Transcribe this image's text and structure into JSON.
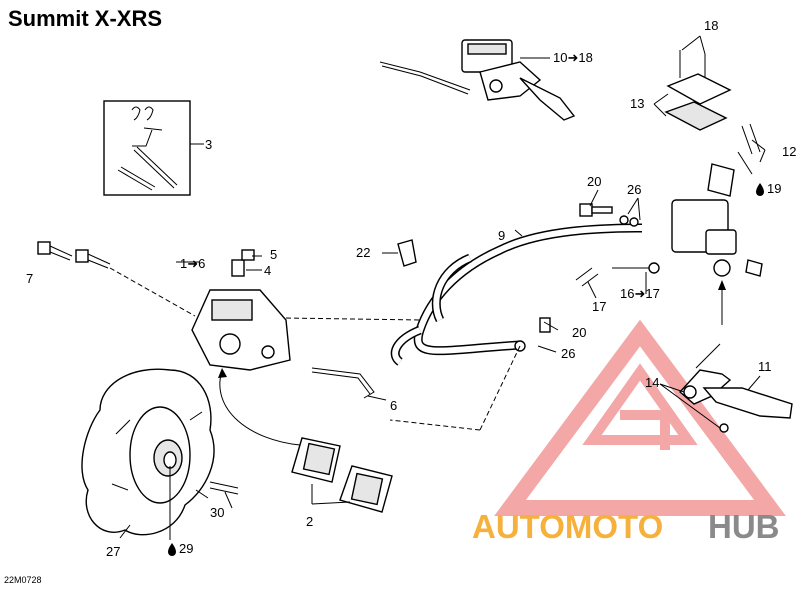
{
  "title": "Summit X-XRS",
  "diagram_code": "22M0728",
  "callouts": {
    "c1": "1➜6",
    "c2": "2",
    "c3": "3",
    "c4": "4",
    "c5": "5",
    "c6": "6",
    "c7": "7",
    "c9": "9",
    "c10": "10➜18",
    "c11": "11",
    "c12": "12",
    "c13": "13",
    "c14": "14",
    "c16": "16➜17",
    "c17": "17",
    "c18": "18",
    "c19": "19",
    "c20a": "20",
    "c20b": "20",
    "c22": "22",
    "c26a": "26",
    "c26b": "26",
    "c27": "27",
    "c29": "29",
    "c30": "30"
  },
  "watermark": {
    "part1": "AUTOMOTO",
    "part2": "HUB",
    "color1": "#f6b03c",
    "color2": "#8a8a8a",
    "logo_color": "#f08a8a"
  }
}
